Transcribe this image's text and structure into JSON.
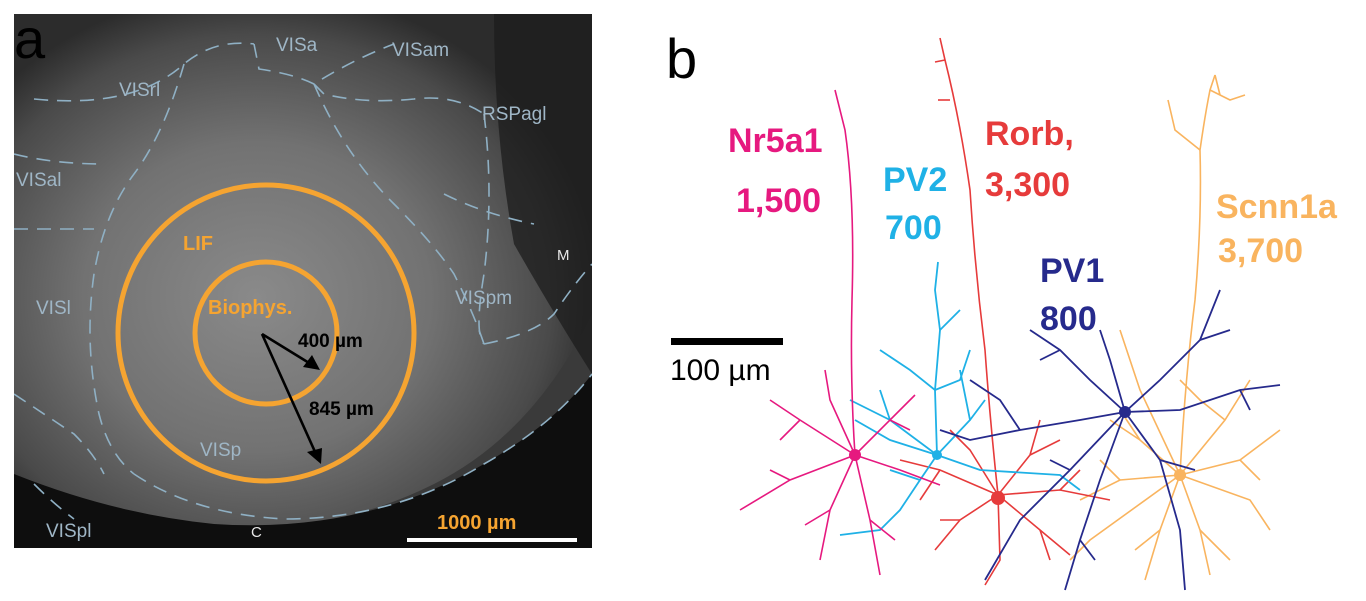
{
  "panel_a": {
    "letter": "a",
    "regions": {
      "visa": "VISa",
      "visam": "VISam",
      "visrl": "VISrl",
      "rspagl": "RSPagl",
      "visal": "VISal",
      "visl": "VISl",
      "vispm": "VISpm",
      "visp": "VISp",
      "vispl": "VISpl"
    },
    "orientation": {
      "medial": "M",
      "caudal": "C"
    },
    "rings": {
      "outer_label": "LIF",
      "inner_label": "Biophys."
    },
    "radii": {
      "inner": "400 µm",
      "outer": "845 µm"
    },
    "scalebar": "1000 µm",
    "colors": {
      "ring": "#f5a431",
      "region_border": "#8fb0c4"
    }
  },
  "panel_b": {
    "letter": "b",
    "cells": [
      {
        "id": "nr5a1",
        "name": "Nr5a1",
        "count": "1,500",
        "color": "#e6197f"
      },
      {
        "id": "pv2",
        "name": "PV2",
        "count": "700",
        "color": "#1fb1e6"
      },
      {
        "id": "rorb",
        "name": "Rorb,",
        "count": "3,300",
        "color": "#e63b3b"
      },
      {
        "id": "pv1",
        "name": "PV1",
        "count": "800",
        "color": "#262a8c"
      },
      {
        "id": "scnn1a",
        "name": "Scnn1a",
        "count": "3,700",
        "color": "#f9b45f"
      }
    ],
    "scalebar": "100 µm"
  }
}
